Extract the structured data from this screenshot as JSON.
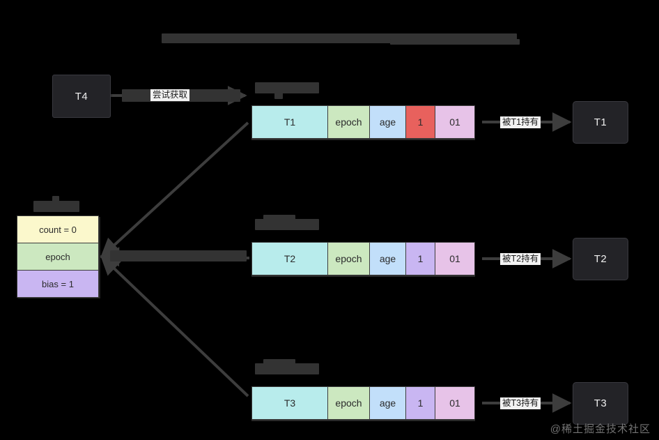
{
  "diagram": {
    "title_redacted": true,
    "title_text": "",
    "background": "#000000",
    "palette": {
      "node_fill": "#232327",
      "node_text": "#f0f0f0",
      "edge": "#3d3d3d",
      "cyan": "#b8ecec",
      "green": "#cce8c0",
      "blue": "#c2dffa",
      "red": "#e8615d",
      "purple": "#c9b6f2",
      "pink": "#e7c3e8",
      "yellow": "#fbf8cc",
      "redaction": "#333333"
    }
  },
  "nodes": {
    "t4": {
      "label": "T4"
    },
    "t1": {
      "label": "T1"
    },
    "t2": {
      "label": "T2"
    },
    "t3": {
      "label": "T3"
    }
  },
  "state_box": {
    "header_redacted": true,
    "rows": [
      {
        "label": "count = 0",
        "color": "#fbf8cc"
      },
      {
        "label": "epoch",
        "color": "#cce8c0"
      },
      {
        "label": "bias = 1",
        "color": "#c9b6f2"
      }
    ]
  },
  "records": [
    {
      "header_redacted": true,
      "cells": [
        {
          "label": "T1",
          "color": "#b8ecec",
          "width": 110
        },
        {
          "label": "epoch",
          "color": "#cce8c0",
          "width": 61
        },
        {
          "label": "age",
          "color": "#c2dffa",
          "width": 53
        },
        {
          "label": "1",
          "color": "#e8615d",
          "width": 43
        },
        {
          "label": "01",
          "color": "#e7c3e8",
          "width": 58
        }
      ],
      "owner_label": "被T1持有",
      "owner": "T1"
    },
    {
      "header_redacted": true,
      "cells": [
        {
          "label": "T2",
          "color": "#b8ecec",
          "width": 110
        },
        {
          "label": "epoch",
          "color": "#cce8c0",
          "width": 61
        },
        {
          "label": "age",
          "color": "#c2dffa",
          "width": 53
        },
        {
          "label": "1",
          "color": "#c9b6f2",
          "width": 43
        },
        {
          "label": "01",
          "color": "#e7c3e8",
          "width": 58
        }
      ],
      "owner_label": "被T2持有",
      "owner": "T2"
    },
    {
      "header_redacted": true,
      "cells": [
        {
          "label": "T3",
          "color": "#b8ecec",
          "width": 110
        },
        {
          "label": "epoch",
          "color": "#cce8c0",
          "width": 61
        },
        {
          "label": "age",
          "color": "#c2dffa",
          "width": 53
        },
        {
          "label": "1",
          "color": "#c9b6f2",
          "width": 43
        },
        {
          "label": "01",
          "color": "#e7c3e8",
          "width": 58
        }
      ],
      "owner_label": "被T3持有",
      "owner": "T3"
    }
  ],
  "edges": {
    "t4_attempt_label": "尝试获取",
    "hub_middle_label_redacted": true
  },
  "watermark": {
    "text": "@稀土掘金技术社区"
  }
}
